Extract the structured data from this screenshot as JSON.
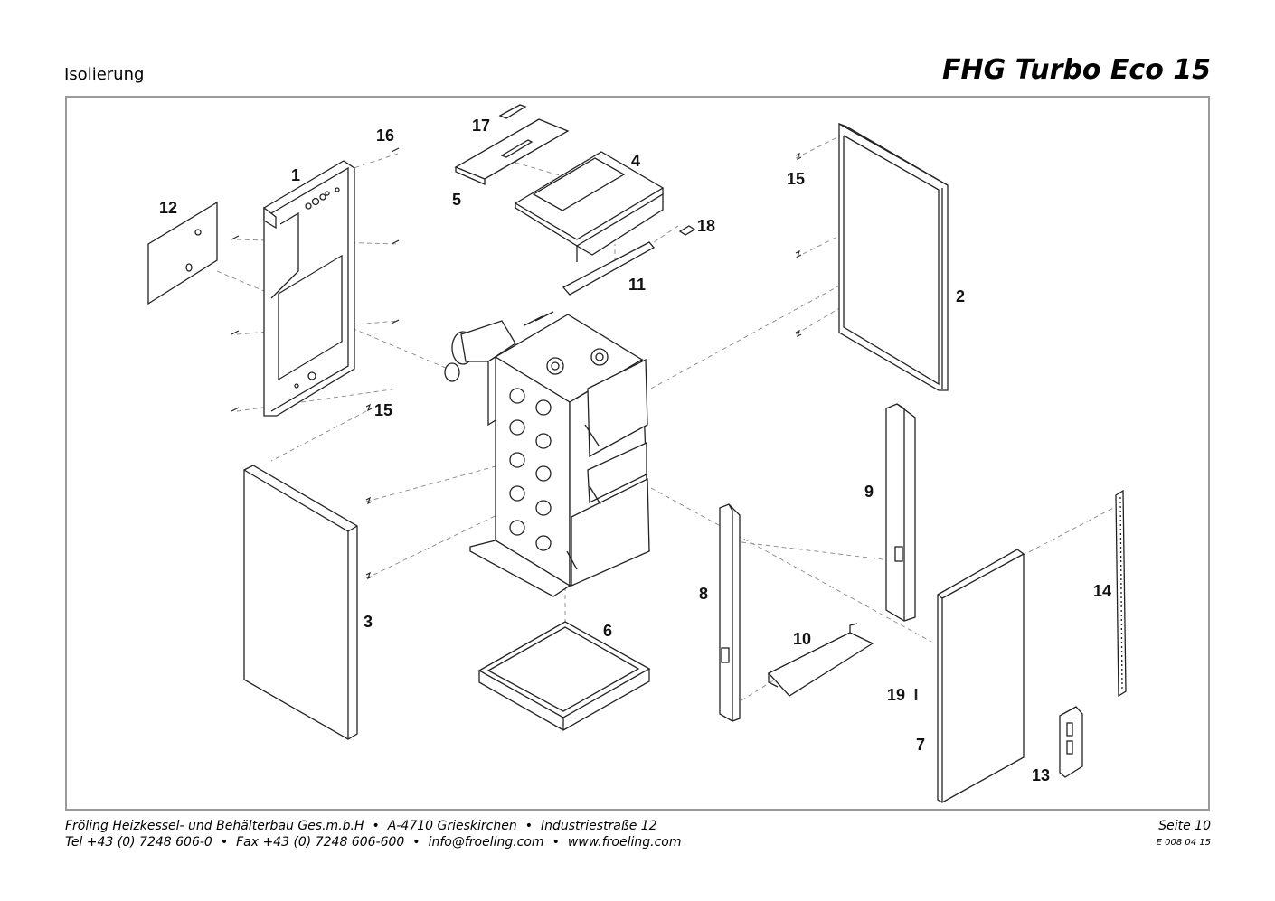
{
  "header": {
    "section": "Isolierung",
    "model": "FHG Turbo Eco 15"
  },
  "parts": [
    {
      "id": "1",
      "label": "1"
    },
    {
      "id": "2",
      "label": "2"
    },
    {
      "id": "3",
      "label": "3"
    },
    {
      "id": "4",
      "label": "4"
    },
    {
      "id": "5",
      "label": "5"
    },
    {
      "id": "6",
      "label": "6"
    },
    {
      "id": "7",
      "label": "7"
    },
    {
      "id": "8",
      "label": "8"
    },
    {
      "id": "9",
      "label": "9"
    },
    {
      "id": "10",
      "label": "10"
    },
    {
      "id": "11",
      "label": "11"
    },
    {
      "id": "12",
      "label": "12"
    },
    {
      "id": "13",
      "label": "13"
    },
    {
      "id": "14",
      "label": "14"
    },
    {
      "id": "15a",
      "label": "15"
    },
    {
      "id": "15b",
      "label": "15"
    },
    {
      "id": "16",
      "label": "16"
    },
    {
      "id": "17",
      "label": "17"
    },
    {
      "id": "18",
      "label": "18"
    },
    {
      "id": "19",
      "label": "19"
    }
  ],
  "footer": {
    "company": "Fröling Heizkessel- und Behälterbau Ges.m.b.H",
    "address_city": "A-4710 Grieskirchen",
    "address_street": "Industriestraße 12",
    "tel": "Tel +43 (0) 7248 606-0",
    "fax": "Fax +43 (0) 7248 606-600",
    "email": "info@froeling.com",
    "web": "www.froeling.com",
    "separator": "•",
    "page": "Seite 10",
    "doc_code": "E 008 04 15"
  }
}
